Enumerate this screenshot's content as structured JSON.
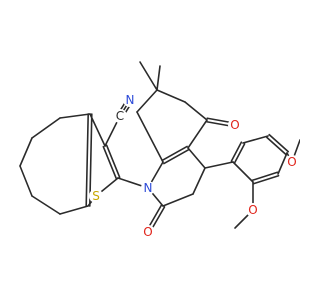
{
  "diagram": {
    "kind": "chemical-structure",
    "atom_labels": {
      "n_nitrile": "N",
      "c_nitrile": "C",
      "s_thiophene": "S",
      "n_ring": "N",
      "o_ketone_right": "O",
      "o_ketone_left": "O",
      "o_methoxy_top": "O",
      "o_methoxy_bottom": "O"
    },
    "colors": {
      "bond": "#2b2b2b",
      "carbon": "#2b2b2b",
      "nitrogen": "#2d4bd8",
      "oxygen": "#e0241b",
      "sulfur": "#c8a800"
    }
  }
}
